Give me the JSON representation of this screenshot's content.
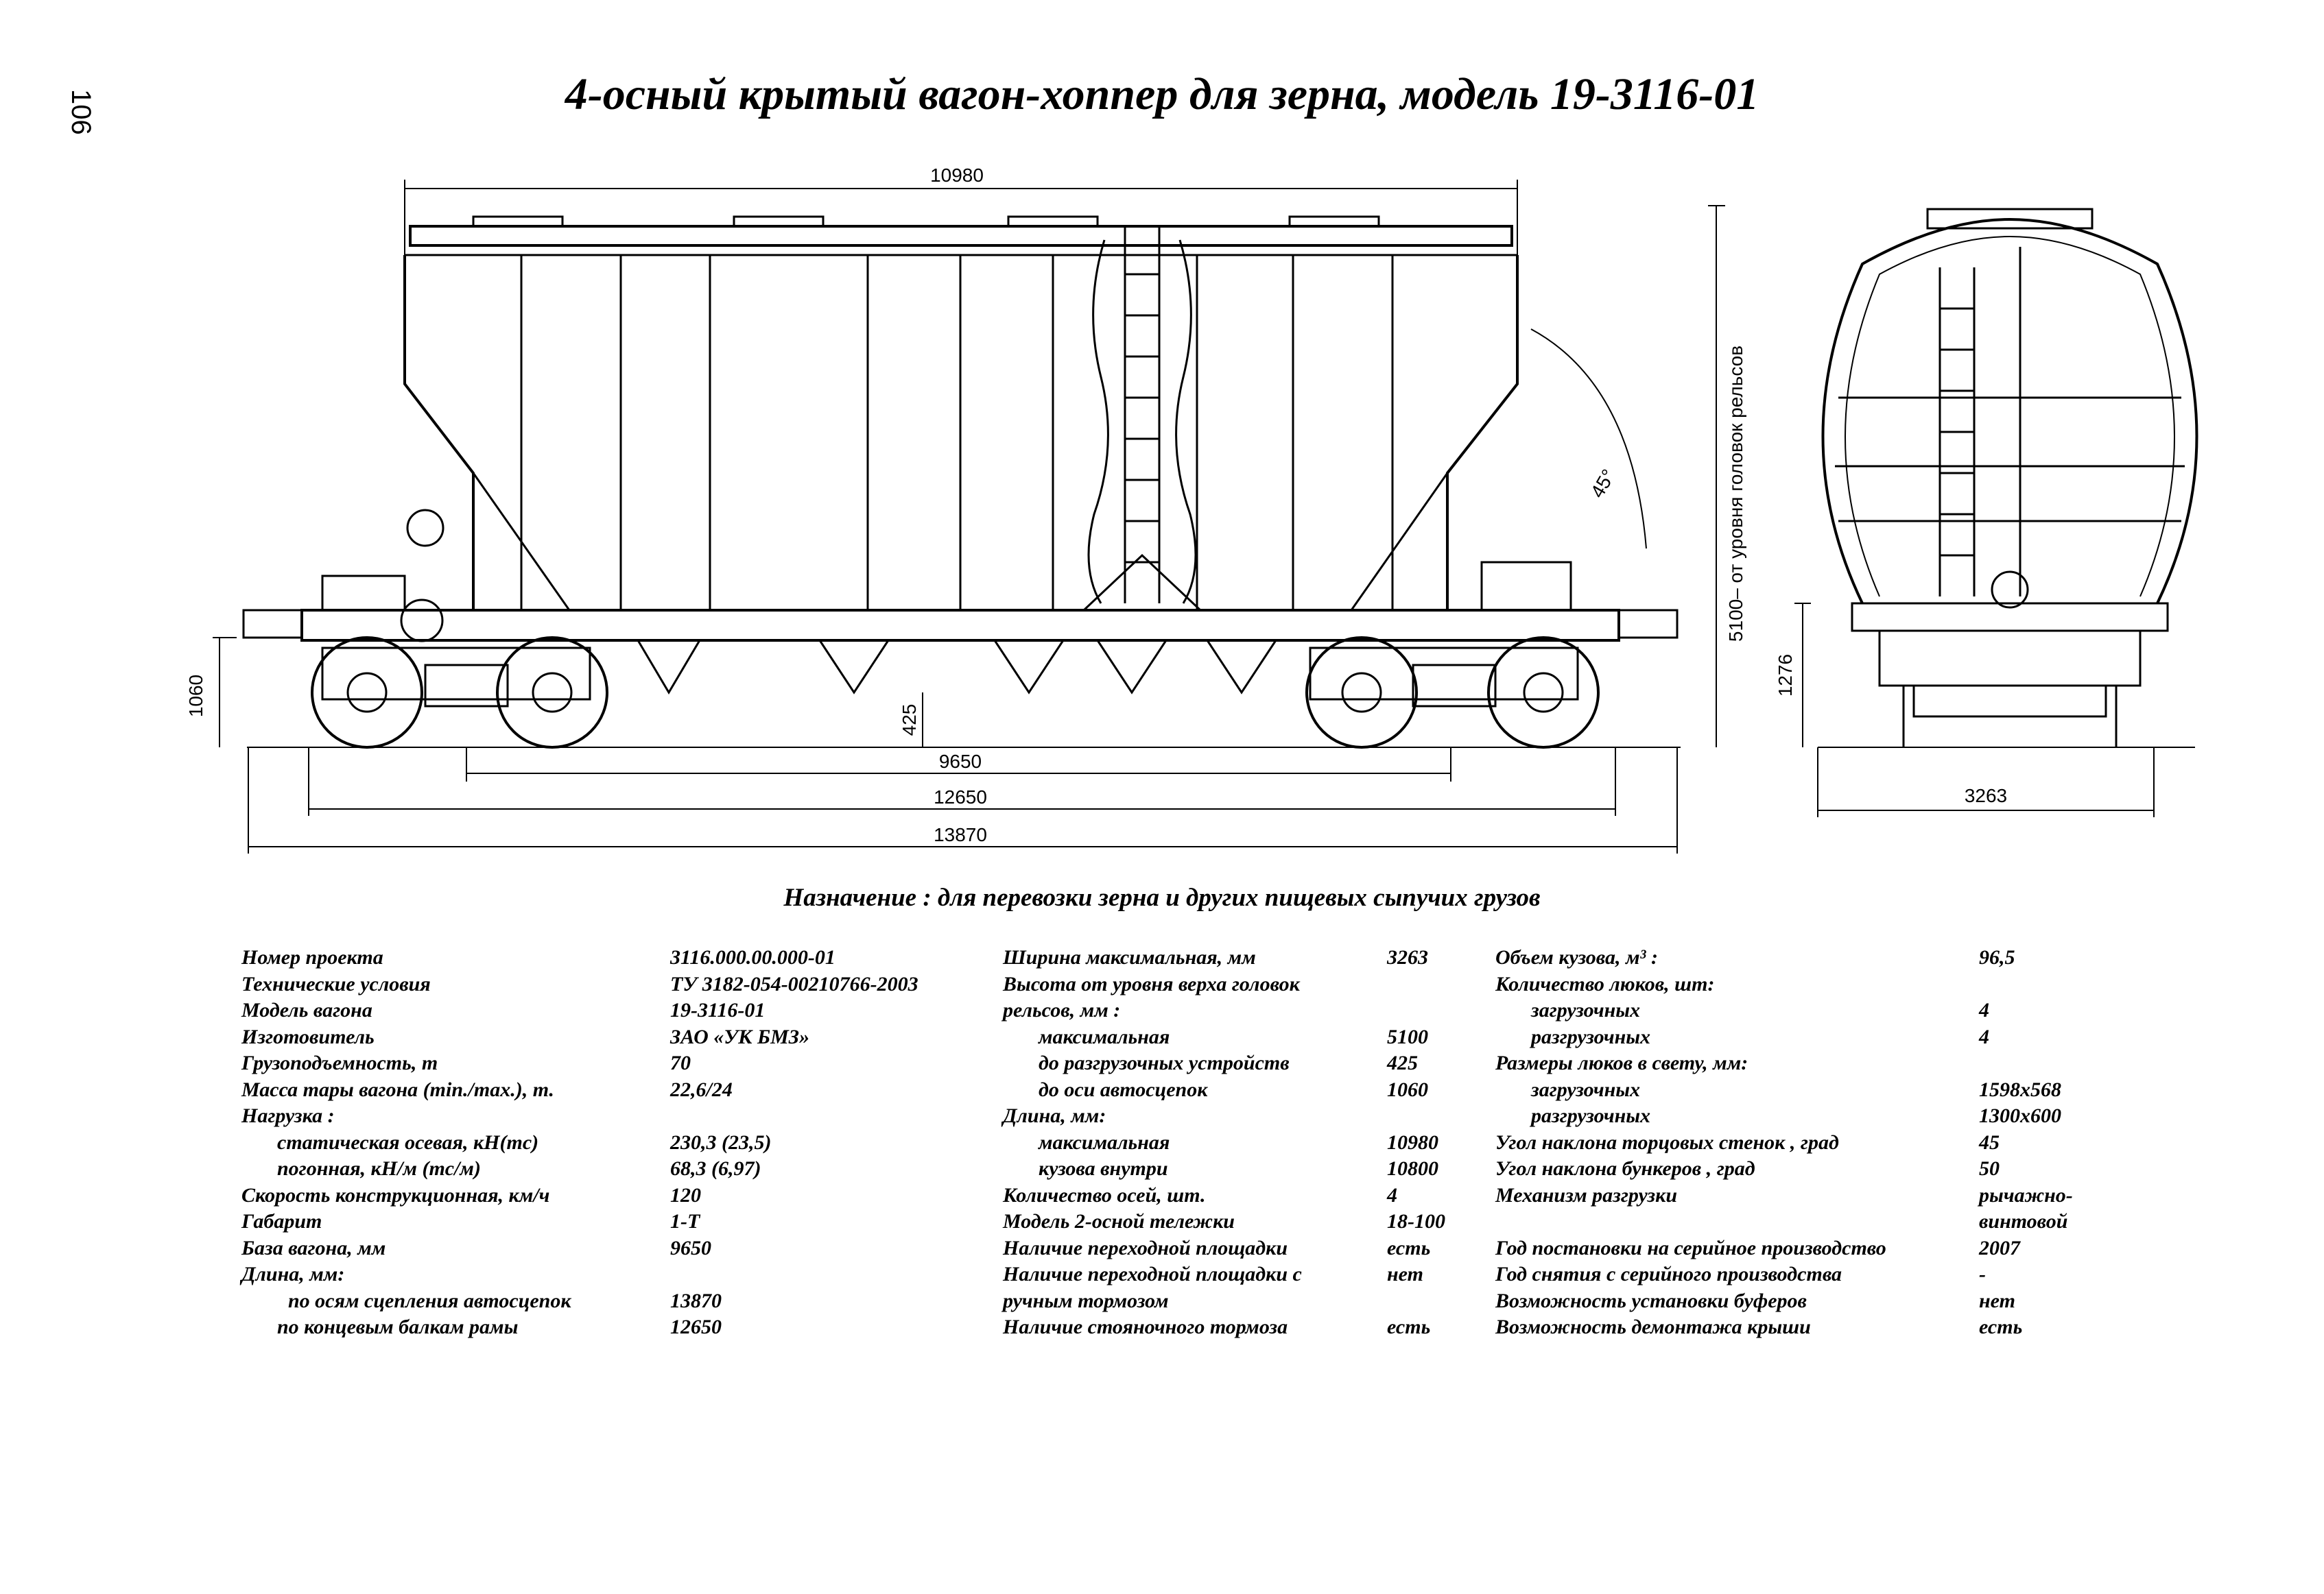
{
  "page_number": "106",
  "title": "4-осный крытый вагон-хоппер для зерна, модель 19-3116-01",
  "drawing": {
    "dims": {
      "length_top": "10980",
      "height_total": "5100– от уровня головок рельсов",
      "angle": "45°",
      "coupler_height": "1060",
      "unloading_height": "425",
      "base": "9650",
      "frame_length": "12650",
      "coupler_length": "13870",
      "end_height": "1276",
      "width": "3263"
    }
  },
  "purpose": "Назначение : для перевозки зерна и других пищевых сыпучих грузов",
  "col1": [
    {
      "k": "Номер проекта",
      "v": "3116.000.00.000-01"
    },
    {
      "k": "Технические условия",
      "v": "ТУ 3182-054-00210766-2003"
    },
    {
      "k": "Модель вагона",
      "v": "19-3116-01"
    },
    {
      "k": "Изготовитель",
      "v": "ЗАО «УК БМЗ»"
    },
    {
      "k": "Грузоподъемность, т",
      "v": "70"
    },
    {
      "k": "Масса тары вагона (min./max.), т.",
      "v": "22,6/24"
    },
    {
      "k": "Нагрузка :",
      "v": ""
    },
    {
      "k": "статическая осевая, кН(тс)",
      "v": "230,3 (23,5)",
      "indent": 1
    },
    {
      "k": "погонная, кН/м (тс/м)",
      "v": "68,3 (6,97)",
      "indent": 1
    },
    {
      "k": "Скорость конструкционная, км/ч",
      "v": "120"
    },
    {
      "k": "Габарит",
      "v": "1-Т"
    },
    {
      "k": "База вагона, мм",
      "v": "9650"
    },
    {
      "k": "Длина, мм:",
      "v": ""
    },
    {
      "k": "по осям сцепления автосцепок",
      "v": "13870",
      "indent": 2
    },
    {
      "k": "по концевым балкам рамы",
      "v": "12650",
      "indent": 1
    }
  ],
  "col2": [
    {
      "k": "Ширина максимальная, мм",
      "v": "3263"
    },
    {
      "k": "Высота от уровня верха головок",
      "v": ""
    },
    {
      "k": "рельсов, мм :",
      "v": ""
    },
    {
      "k": "максимальная",
      "v": "5100",
      "indent": 1
    },
    {
      "k": "до разгрузочных устройств",
      "v": "425",
      "indent": 1
    },
    {
      "k": "до оси автосцепок",
      "v": "1060",
      "indent": 1
    },
    {
      "k": "Длина, мм:",
      "v": ""
    },
    {
      "k": "максимальная",
      "v": "10980",
      "indent": 1
    },
    {
      "k": "кузова внутри",
      "v": "10800",
      "indent": 1
    },
    {
      "k": "Количество осей, шт.",
      "v": "4"
    },
    {
      "k": "Модель 2-осной тележки",
      "v": "18-100"
    },
    {
      "k": "Наличие переходной площадки",
      "v": "есть"
    },
    {
      "k": "Наличие переходной площадки с",
      "v": "нет"
    },
    {
      "k": "ручным тормозом",
      "v": ""
    },
    {
      "k": "Наличие стояночного тормоза",
      "v": "есть"
    }
  ],
  "col3": [
    {
      "k": "Объем кузова, м³ :",
      "v": "96,5"
    },
    {
      "k": "Количество люков, шт:",
      "v": ""
    },
    {
      "k": "загрузочных",
      "v": "4",
      "indent": 1
    },
    {
      "k": "разгрузочных",
      "v": "4",
      "indent": 1
    },
    {
      "k": "Размеры люков в свету, мм:",
      "v": ""
    },
    {
      "k": "загрузочных",
      "v": "1598х568",
      "indent": 1
    },
    {
      "k": "разгрузочных",
      "v": "1300х600",
      "indent": 1
    },
    {
      "k": "Угол наклона торцовых стенок , град",
      "v": "45"
    },
    {
      "k": "Угол наклона бункеров , град",
      "v": "50"
    },
    {
      "k": "Механизм разгрузки",
      "v": "рычажно-"
    },
    {
      "k": "",
      "v": "винтовой"
    },
    {
      "k": "Год постановки на серийное производство",
      "v": "2007"
    },
    {
      "k": "Год снятия с серийного производства",
      "v": "-"
    },
    {
      "k": "Возможность установки буферов",
      "v": "нет"
    },
    {
      "k": "Возможность демонтажа крыши",
      "v": "есть"
    }
  ]
}
